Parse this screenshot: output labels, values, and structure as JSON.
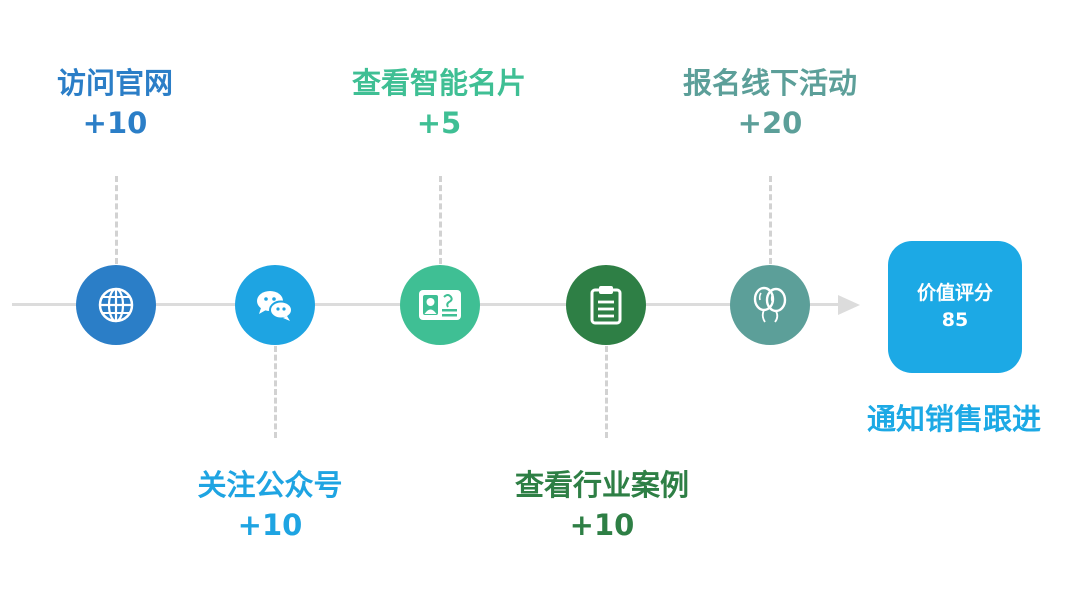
{
  "steps": [
    {
      "title": "访问官网",
      "points": "+10",
      "icon": "globe-icon",
      "color": "#2b7ec7"
    },
    {
      "title": "关注公众号",
      "points": "+10",
      "icon": "wechat-icon",
      "color": "#1ea4e2"
    },
    {
      "title": "查看智能名片",
      "points": "+5",
      "icon": "business-card-icon",
      "color": "#3fbf94"
    },
    {
      "title": "查看行业案例",
      "points": "+10",
      "icon": "clipboard-icon",
      "color": "#2e7f45"
    },
    {
      "title": "报名线下活动",
      "points": "+20",
      "icon": "balloons-icon",
      "color": "#5c9f99"
    }
  ],
  "score": {
    "label": "价值评分",
    "value": "85",
    "color": "#1ca9e5"
  },
  "notify": "通知销售跟进"
}
